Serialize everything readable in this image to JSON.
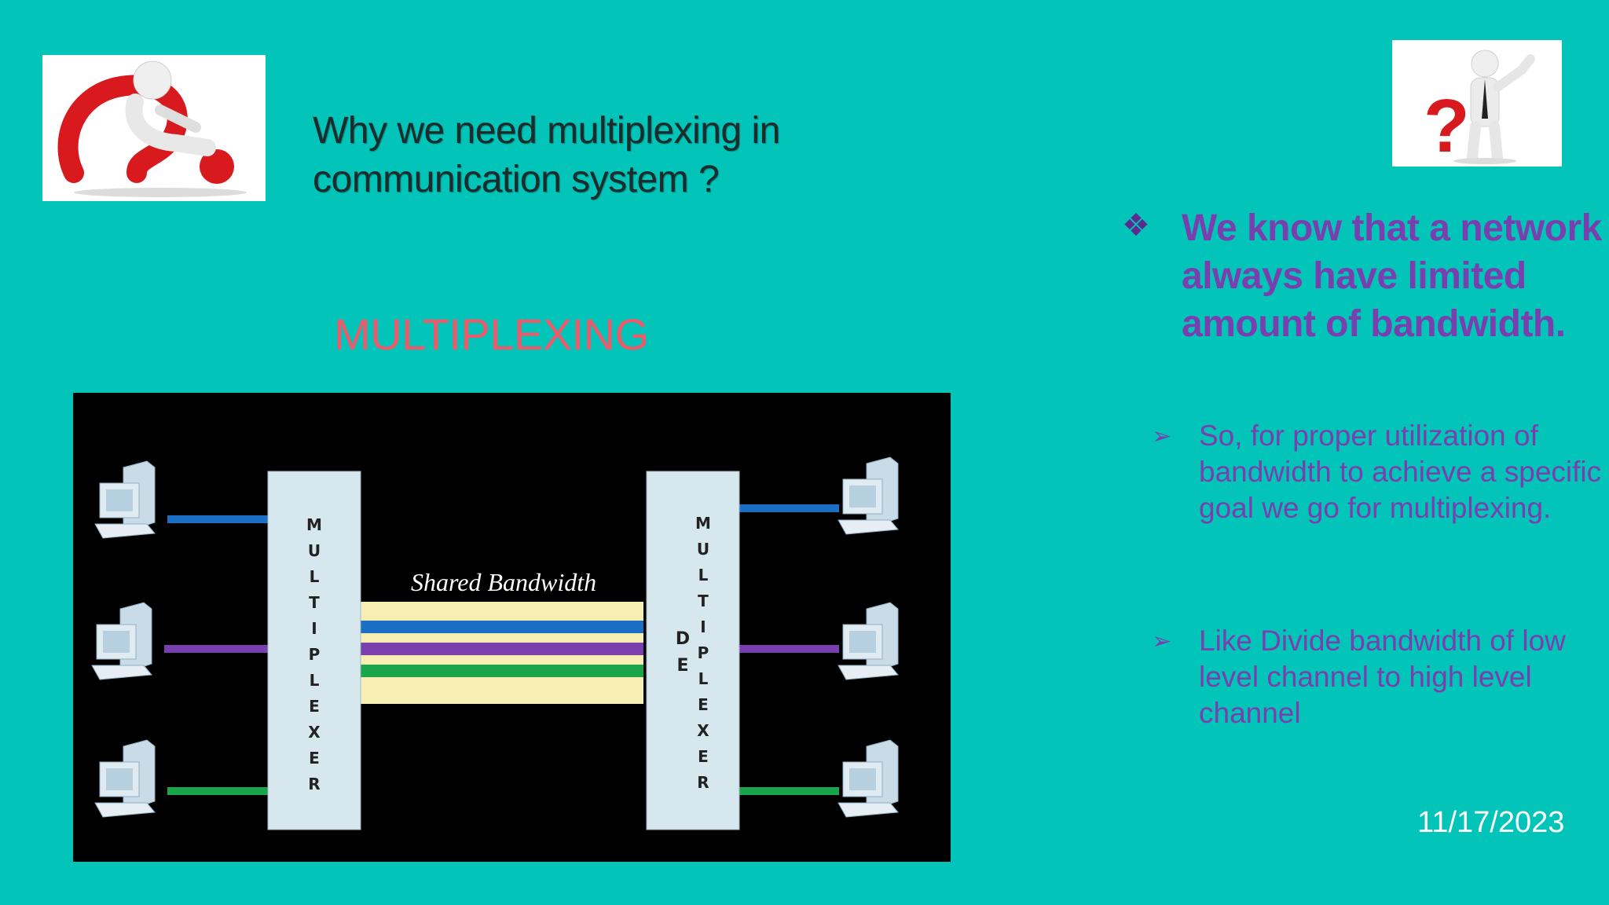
{
  "slide": {
    "title_lines": [
      "Why we need multiplexing in",
      "communication system ?"
    ],
    "heading": "MULTIPLEXING",
    "bullet_main": {
      "marker_icon": "diamond-bullet-icon",
      "lines": [
        "We know that a network",
        "always have limited",
        "amount of bandwidth."
      ]
    },
    "sub_bullets": [
      {
        "marker_icon": "arrow-bullet-icon",
        "text": "So, for proper utilization of bandwidth to achieve a specific goal we go for multiplexing."
      },
      {
        "marker_icon": "arrow-bullet-icon",
        "text": "Like Divide bandwidth of low level channel to high level channel"
      }
    ],
    "date": "11/17/2023"
  },
  "diagram": {
    "shared_label": "Shared Bandwidth",
    "mux_letters": "MULTIPLEXER",
    "demux_prefix": "DE",
    "demux_letters": "MULTIPLEXER",
    "colors": {
      "blue": "#1a6fc4",
      "purple": "#7a3fae",
      "green": "#1aa54a",
      "cream": "#f7eeb4",
      "panel": "#d6e7ee"
    }
  },
  "images": {
    "left_icon": "thinking-person-question-mark-icon",
    "right_icon": "businessman-question-mark-icon"
  }
}
